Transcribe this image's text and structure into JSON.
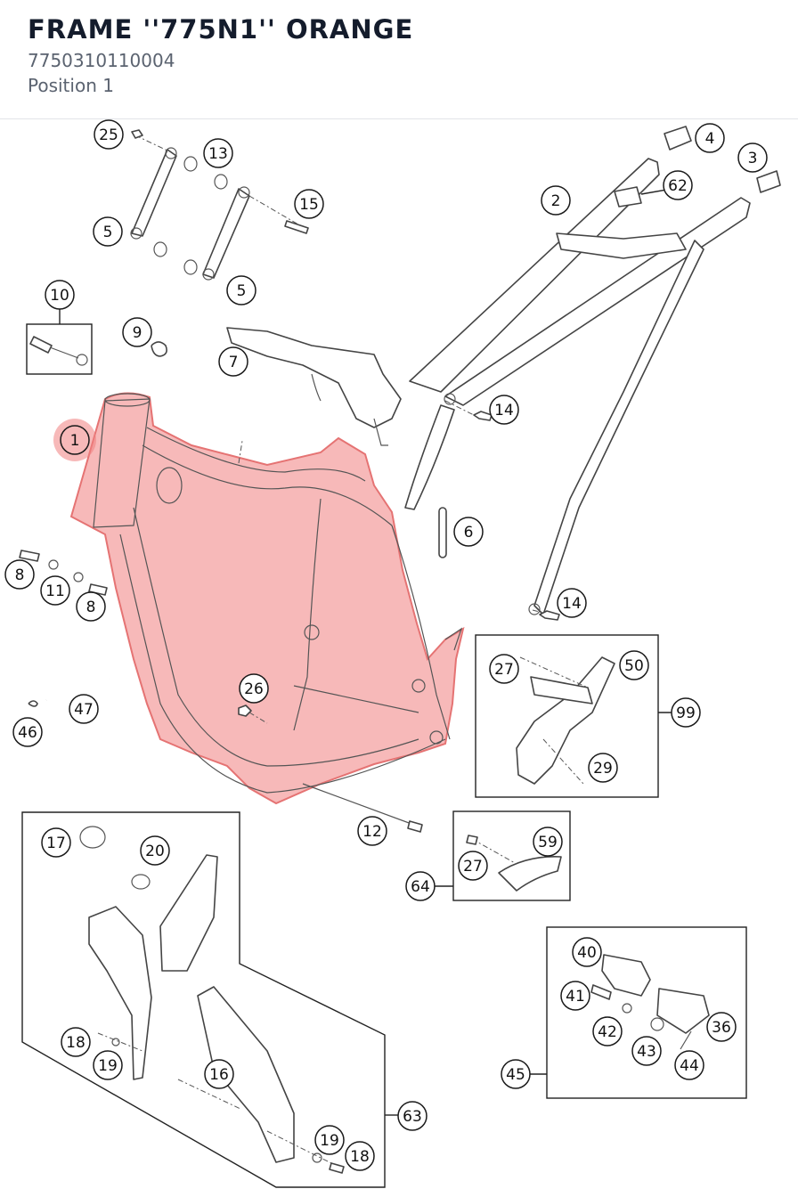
{
  "header": {
    "title": "FRAME ''775N1'' ORANGE",
    "part_number": "7750310110004",
    "position": "Position 1"
  },
  "colors": {
    "highlight": "#f08080",
    "line": "#444444",
    "title": "#141c2c",
    "subtitle": "#5b6370"
  },
  "callouts": [
    {
      "id": "c25",
      "label": "25"
    },
    {
      "id": "c13",
      "label": "13"
    },
    {
      "id": "c15",
      "label": "15"
    },
    {
      "id": "c5a",
      "label": "5"
    },
    {
      "id": "c5b",
      "label": "5"
    },
    {
      "id": "c4",
      "label": "4"
    },
    {
      "id": "c3",
      "label": "3"
    },
    {
      "id": "c2",
      "label": "2"
    },
    {
      "id": "c62",
      "label": "62"
    },
    {
      "id": "c10",
      "label": "10"
    },
    {
      "id": "c9",
      "label": "9"
    },
    {
      "id": "c7",
      "label": "7"
    },
    {
      "id": "c14a",
      "label": "14"
    },
    {
      "id": "c1",
      "label": "1"
    },
    {
      "id": "c6",
      "label": "6"
    },
    {
      "id": "c8a",
      "label": "8"
    },
    {
      "id": "c11",
      "label": "11"
    },
    {
      "id": "c8b",
      "label": "8"
    },
    {
      "id": "c14b",
      "label": "14"
    },
    {
      "id": "c27a",
      "label": "27"
    },
    {
      "id": "c50",
      "label": "50"
    },
    {
      "id": "c99",
      "label": "99"
    },
    {
      "id": "c26",
      "label": "26"
    },
    {
      "id": "c47",
      "label": "47"
    },
    {
      "id": "c46",
      "label": "46"
    },
    {
      "id": "c29",
      "label": "29"
    },
    {
      "id": "c12",
      "label": "12"
    },
    {
      "id": "c17",
      "label": "17"
    },
    {
      "id": "c20",
      "label": "20"
    },
    {
      "id": "c59",
      "label": "59"
    },
    {
      "id": "c27b",
      "label": "27"
    },
    {
      "id": "c64",
      "label": "64"
    },
    {
      "id": "c40",
      "label": "40"
    },
    {
      "id": "c41",
      "label": "41"
    },
    {
      "id": "c36",
      "label": "36"
    },
    {
      "id": "c42",
      "label": "42"
    },
    {
      "id": "c43",
      "label": "43"
    },
    {
      "id": "c44",
      "label": "44"
    },
    {
      "id": "c45",
      "label": "45"
    },
    {
      "id": "c18a",
      "label": "18"
    },
    {
      "id": "c19a",
      "label": "19"
    },
    {
      "id": "c16",
      "label": "16"
    },
    {
      "id": "c63",
      "label": "63"
    },
    {
      "id": "c19b",
      "label": "19"
    },
    {
      "id": "c18b",
      "label": "18"
    }
  ]
}
